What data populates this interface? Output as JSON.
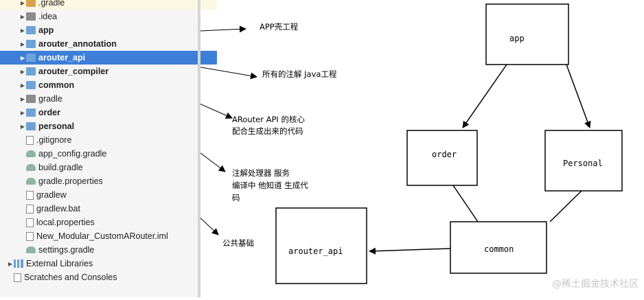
{
  "tree": {
    "items": [
      {
        "label": ".gradle",
        "icon": "folder-orange-icon",
        "bold": false,
        "indent": 1,
        "arrow": true
      },
      {
        "label": ".idea",
        "icon": "folder-icon",
        "bold": false,
        "indent": 1,
        "arrow": true
      },
      {
        "label": "app",
        "icon": "module-folder-icon",
        "bold": true,
        "indent": 1,
        "arrow": true
      },
      {
        "label": "arouter_annotation",
        "icon": "module-folder-icon",
        "bold": true,
        "indent": 1,
        "arrow": true
      },
      {
        "label": "arouter_api",
        "icon": "module-folder-icon",
        "bold": true,
        "indent": 1,
        "arrow": true,
        "selected": true
      },
      {
        "label": "arouter_compiler",
        "icon": "module-folder-icon",
        "bold": true,
        "indent": 1,
        "arrow": true
      },
      {
        "label": "common",
        "icon": "module-folder-icon",
        "bold": true,
        "indent": 1,
        "arrow": true
      },
      {
        "label": "gradle",
        "icon": "folder-icon",
        "bold": false,
        "indent": 1,
        "arrow": true
      },
      {
        "label": "order",
        "icon": "module-folder-icon",
        "bold": true,
        "indent": 1,
        "arrow": true
      },
      {
        "label": "personal",
        "icon": "module-folder-icon",
        "bold": true,
        "indent": 1,
        "arrow": true
      },
      {
        "label": ".gitignore",
        "icon": "file-icon",
        "bold": false,
        "indent": 1,
        "arrow": false
      },
      {
        "label": "app_config.gradle",
        "icon": "gradle-icon",
        "bold": false,
        "indent": 1,
        "arrow": false
      },
      {
        "label": "build.gradle",
        "icon": "gradle-icon",
        "bold": false,
        "indent": 1,
        "arrow": false
      },
      {
        "label": "gradle.properties",
        "icon": "gradle-icon",
        "bold": false,
        "indent": 1,
        "arrow": false
      },
      {
        "label": "gradlew",
        "icon": "file-icon",
        "bold": false,
        "indent": 1,
        "arrow": false
      },
      {
        "label": "gradlew.bat",
        "icon": "file-icon",
        "bold": false,
        "indent": 1,
        "arrow": false
      },
      {
        "label": "local.properties",
        "icon": "file-icon",
        "bold": false,
        "indent": 1,
        "arrow": false
      },
      {
        "label": "New_Modular_CustomARouter.iml",
        "icon": "file-icon",
        "bold": false,
        "indent": 1,
        "arrow": false
      },
      {
        "label": "settings.gradle",
        "icon": "gradle-icon",
        "bold": false,
        "indent": 1,
        "arrow": false
      },
      {
        "label": "External Libraries",
        "icon": "library-icon",
        "bold": false,
        "indent": 0,
        "arrow": true
      },
      {
        "label": "Scratches and Consoles",
        "icon": "scratch-icon",
        "bold": false,
        "indent": 0,
        "arrow": false
      }
    ]
  },
  "annotations": {
    "app_shell": "APP壳工程",
    "all_annotations": "所有的注解 Java工程",
    "arouter_api_line1": "ARouter API 的核心",
    "arouter_api_line2": "配合生成出来的代码",
    "processor_line1": "注解处理器 服务",
    "processor_line2": "编译中 他知道 生成代",
    "processor_line3": "码",
    "common_base": "公共基础"
  },
  "diagram": {
    "boxes": {
      "app": "app",
      "order": "order",
      "personal": "Personal",
      "common": "common",
      "arouter_api": "arouter_api"
    }
  },
  "watermark": "@稀土掘金技术社区"
}
